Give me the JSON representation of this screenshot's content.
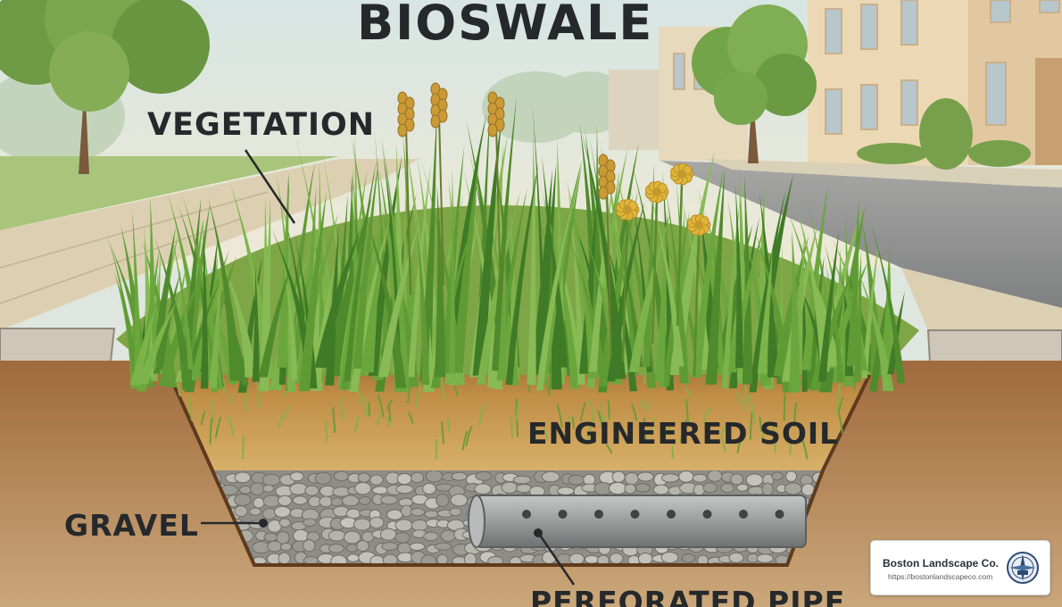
{
  "title": "BIOSWALE",
  "labels": {
    "vegetation": "VEGETATION",
    "engineered_soil": "ENGINEERED SOIL",
    "gravel": "GRAVEL",
    "perforated_pipe": "PERFORATED PIPE"
  },
  "logo": {
    "name": "Boston Landscape Co.",
    "url": "https://bostonlandscapeco.com",
    "emblem_icon": "compass-rose-icon"
  },
  "icons": [
    "tree-icon",
    "building-icon",
    "grass-icon",
    "flower-icon",
    "pipe-icon",
    "gravel-stone-icon"
  ],
  "colors": {
    "sky": "#dde7e2",
    "grass": "#5f9a35",
    "soil_top": "#b98a45",
    "earth": "#b07a4a",
    "gravel": "#9a9a94",
    "pipe": "#9ea3a3",
    "pavement": "#d8c8a6",
    "road": "#8e8f90",
    "building": "#ead7b4"
  }
}
